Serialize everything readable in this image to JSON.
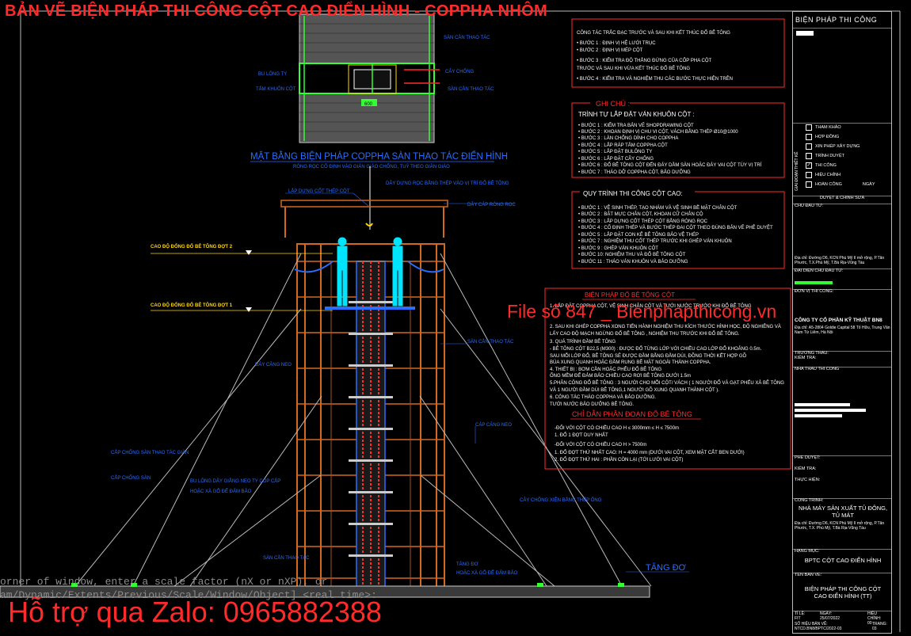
{
  "title": "BẢN VẼ BIỆN PHÁP THI CÔNG CỘT CAO ĐIỂN HÌNH - COPPHA NHÔM",
  "watermark": "File số 847 _ Bienphapthicong.vn",
  "support": "Hỗ trợ qua Zalo: 0965882388",
  "command_line": {
    "line1": "orner of window, enter a scale factor (nX or nXP), or",
    "line2": "am/Dynamic/Extents/Previous/Scale/Window/Object] <real time>:"
  },
  "plan": {
    "title": "MẶT BẰNG BIỆN PHÁP COPPHA SÀN THAO TÁC ĐIỂN HÌNH",
    "labels": [
      "SÀN CẦN THAO TÁC",
      "BU LÔNG TY",
      "TẤM KHUÔN CỘT",
      "CÂY CHỐNG",
      "SÀN CẦN THAO TÁC"
    ],
    "dim": "600"
  },
  "elevation": {
    "labels_left": [
      "CAO ĐỘ ĐỔNG ĐỔ BÊ TÔNG ĐỢT 2",
      "CAO ĐỘ ĐỔNG ĐỔ BÊ TÔNG ĐỢT 1",
      "DÂY CĂNG NEO",
      "CẮP CHỐNG SÀN THAO TÁC GIÀN",
      "CẮP CHỐNG SÀN",
      "BU LÔNG DÂY GIẰNG NEO TY CỐP CẤP",
      "HOẶC XÀ GỖ ĐỂ ĐẢM BẢO"
    ],
    "labels_right": [
      "RÒNG RỌC CỐ ĐỊNH VÀO GIÀN GIÁO CHỐNG, TUỲ THEO GIÀN GIÁO",
      "DÂY CÁP RÒNG RỌC",
      "DÂY DỰNG RỌC BẰNG THÉP VÀO VỊ TRÍ ĐỔ BÊ TÔNG",
      "LẮP DỰNG CỐT THÉP CỘT",
      "SÀN CẦN THAO TÁC",
      "TĂNG ĐƠ",
      "CÁP CĂNG NEO",
      "SÀN CẦN THAO TÁC",
      "CÂY CHỐNG XIÊN BẰNG THÉP ỐNG",
      "HOẶC XÀ GỖ ĐỂ ĐẢM BẢO"
    ],
    "tang_do": "TĂNG ĐƠ"
  },
  "notes": {
    "box1": [
      "CÔNG TÁC TRẮC ĐẠC TRƯỚC VÀ SAU KHI KẾT THÚC ĐỔ BÊ TÔNG",
      "• BƯỚC 1 : ĐỊNH VỊ HỆ LƯỚI TRỤC",
      "• BƯỚC 2 : ĐỊNH VỊ MÉP CỘT",
      "• BƯỚC 3 : KIỂM TRA ĐỘ THẲNG ĐỨNG CỦA CỐP PHA CỘT",
      "TRƯỚC VÀ SAU KHI VỪA KẾT THÚC ĐỔ BÊ TÔNG",
      "• BƯỚC 4 : KIỂM TRA VÀ NGHIỆM THU CÁC BƯỚC THỰC HIỆN TRÊN"
    ],
    "box2_head": "GHI CHÚ :",
    "box2_title": "TRÌNH TỰ LẮP ĐẶT VÁN KHUÔN CỘT :",
    "box2": [
      "• BƯỚC 1 : KIỂM TRA BẢN VẼ SHOPDRAWING CỘT",
      "• BƯỚC 2 : KHOAN ĐỊNH VỊ CHU VI CỘT, VÁCH BẰNG THÉP Ø10@1000",
      "• BƯỚC 3 : LÀN CHỐNG DÍNH CHO COPPHA",
      "• BƯỚC 4 : LẮP RÁP TẤM COPPHA CỘT",
      "• BƯỚC 5 : LẮP ĐẶT BULÔNG TY",
      "• BƯỚC 6 : LẮP ĐẶT CÂY CHỐNG",
      "• BƯỚC 6 : ĐỔ BÊ TÔNG CỘT ĐẾN ĐÁY DẦM SÀN HOẶC ĐÁY VAI CỘT TÙY VỊ TRÍ",
      "• BƯỚC 7 : THÁO DỠ COPPHA CỘT, BẢO DƯỠNG"
    ],
    "box3_title": "QUY TRÌNH THI CÔNG CỘT CAO:",
    "box3": [
      "• BƯỚC 1 : VỆ SINH THÉP, TẠO NHÁM VÀ VỆ SINH BỀ MẶT CHÂN CỘT",
      "• BƯỚC 2 : BẬT MỰC CHÂN CỘT, KHOAN CỮ CHÂN CỘ",
      "• BƯỚC 3 : LẮP DỰNG CỐT THÉP CỘT BẰNG RÒNG RỌC",
      "• BƯỚC 4 : CỐ ĐỊNH THÉP VÀ BƯỚC THÉP ĐAI CỘT THEO ĐÚNG BẢN VẼ PHÊ DUYỆT",
      "• BƯỚC 5 : LẮP ĐẶT CON KÊ BÊ TÔNG BẢO VỆ THÉP",
      "• BƯỚC 7 : NGHIỆM THU CỐT THÉP TRƯỚC KHI GHÉP VÁN KHUÔN",
      "• BƯỚC 9 : GHÉP VÁN KHUÔN CỘT",
      "• BƯỚC 10: NGHIỆM THU VÀ ĐỔ BÊ TÔNG CỘT",
      "• BƯỚC 11 : THÁO VÁN KHUÔN VÀ BẢO DƯỠNG"
    ],
    "box4_title": "BIỆN PHÁP ĐỔ BÊ TÔNG CỘT",
    "box4": [
      "1. LẮP ĐẶT COPPHA CỘT, VỆ SINH CHÂN CỘT VÀ TƯỚI NƯỚC TRƯỚC KHI ĐỔ BÊ TÔNG",
      "2. SAU KHI GHÉP COPPHA XONG TIẾN HÀNH NGHIỆM THU KÍCH THƯỚC HÌNH HỌC, ĐỘ NGHIÊNG VÀ",
      "LẤY CAO ĐỘ MẠCH NGỪNG ĐỔ BÊ TÔNG , NGHIỆM THU TRƯỚC KHI ĐỔ BÊ TÔNG.",
      "3. QUÁ TRÌNH ĐẦM BÊ TÔNG",
      "- BÊ TÔNG CỘT B22,5 (M300) : ĐƯỢC ĐỔ TỪNG LỚP VỚI CHIỀU CAO LỚP ĐỔ KHOẢNG 0.5m.",
      "SAU MỖI LỚP ĐỔ, BÊ TÔNG SẼ ĐƯỢC ĐẦM BẰNG ĐẦM DÙI, ĐỒNG THỜI KẾT HỢP GÕ",
      "BÚA XUNG QUANH HOẶC ĐẦM RUNG BỀ MẶT NGOÀI THÀNH COPPHA.",
      "4. THIẾT BỊ : BƠM CẦN HOẶC PHỄU ĐỔ BÊ TÔNG",
      "ỐNG MỀM ĐỂ ĐẢM BẢO CHIỀU CAO RƠI BÊ TÔNG DƯỚI 1.5m",
      "5.PHÂN CÔNG ĐỔ BÊ TÔNG : 3 NGƯỜI CHO MỖI CỘT/ VÁCH ( 1 NGƯỜI ĐỔ VÀ GẠT PHẾU XẢ BÊ TÔNG",
      "VÀ 1 NGƯỜI ĐẦM DÙI BÊ TÔNG,1 NGƯỜI GÕ XUNG QUANH THÀNH CỘT ).",
      "6. CÔNG TÁC THÁO COPPHA VÀ BẢO DƯỠNG.",
      "TƯỚI NƯỚC BẢO DƯỠNG BÊ TÔNG."
    ],
    "box5_title": "CHỈ DẪN PHÂN ĐOẠN ĐỔ BÊ TÔNG",
    "box5": [
      "-ĐỐI VỚI CỘT CÓ CHIỀU CAO H ≤ 3000mm ≤ H ≤ 7500m",
      "1. ĐỔ 1 ĐỢT DUY NHẤT",
      "-ĐỐI VỚI CỘT CÓ CHIỀU CAO H > 7500m",
      "1. ĐỔ ĐỢT THỨ NHẤT CAO: H = 4000 mm (DƯỚI VAI CỘT, XEM MẶT CẮT BEN DƯỚI)",
      "2. ĐỔ ĐỢT THỨ HAI : PHẦN CÒN LẠI (TỚI LƯỚI VAI CỘT)"
    ]
  },
  "title_block": {
    "heading": "BIỆN PHÁP THI CÔNG",
    "checks": [
      {
        "label": "THAM KHẢO",
        "checked": false
      },
      {
        "label": "HỢP ĐỒNG",
        "checked": false
      },
      {
        "label": "XIN PHÉP XÂY DỰNG",
        "checked": false
      },
      {
        "label": "TRÌNH DUYỆT",
        "checked": false
      },
      {
        "label": "THI CÔNG",
        "checked": true
      },
      {
        "label": "HIỆU CHỈNH",
        "checked": false
      },
      {
        "label": "HOÀN CÔNG",
        "checked": false
      }
    ],
    "vertical_label": "GIAI ĐOẠN THIẾT KẾ",
    "ngay": "NGÀY",
    "duyet": "DUYỆT & CHỈNH SỬA",
    "chu_dau_tu": "CHỦ ĐẦU TƯ:",
    "owner_addr": "Địa chỉ: Đường D6, KCN Phú Mỹ II mở rộng, P.Tân Phước, T.X.Phú Mỹ, T.Bà Rịa-Vũng Tàu",
    "dai_dien": "ĐẠI DIỆN CHỦ ĐẦU TƯ:",
    "don_vi": "ĐƠN VỊ THI CÔNG:",
    "company": "CÔNG TY CỔ PHẦN KỸ THUẬT BN8",
    "company_addr": "Địa chỉ: A5-2804 Goldie Capital 58 Tố Hữu, Trung Văn Nam Từ Liêm, Hà Nội",
    "truong": "TRƯỞNG THẦU:",
    "kiem_tra": "KIỂM TRA:",
    "nha_thau": "NHÀ THẦU THI CÔNG",
    "phe_duyet": "PHÊ DUYỆT:",
    "kiem_tra2": "KIỂM TRA:",
    "thuc_hien": "THỰC HIỆN:",
    "cong_trinh": "CÔNG TRÌNH:",
    "project": "NHÀ MÁY SẢN XUẤT TỦ ĐÔNG, TỦ MÁT",
    "project_addr": "Địa chỉ: Đường D6, KCN Phú Mỹ II mở rộng, P.Tân Phước, T.X. Phú Mỹ, T.Bà Rịa-Vũng Tàu",
    "hang_muc": "HẠNG MỤC:",
    "item": "BPTC CỘT CAO ĐIỂN HÌNH",
    "ten_ban_ve": "TÊN BẢN VẼ:",
    "drawing": "BIỆN PHÁP THI CÔNG CỘT CAO ĐIỂN HÌNH (TT)",
    "tile": "TỈ LỆ:",
    "tile_val": "FIT",
    "ngay2": "NGÀY:",
    "ngay_val": "25/07/2022",
    "hieu_chinh": "HIỆU CHỈNH:",
    "hieu_val": "00",
    "so_hieu": "SỐ HIỆU BẢN VẼ:",
    "so_hieu_val": "NTCD.BN8/BPTC/2022-03",
    "trang": "TRANG:",
    "trang_val": "03"
  },
  "colors": {
    "red": "#ff2a2a",
    "blue": "#2a6dff",
    "green": "#33ff33",
    "orange": "#d2691e",
    "yellow": "#ffd700"
  }
}
